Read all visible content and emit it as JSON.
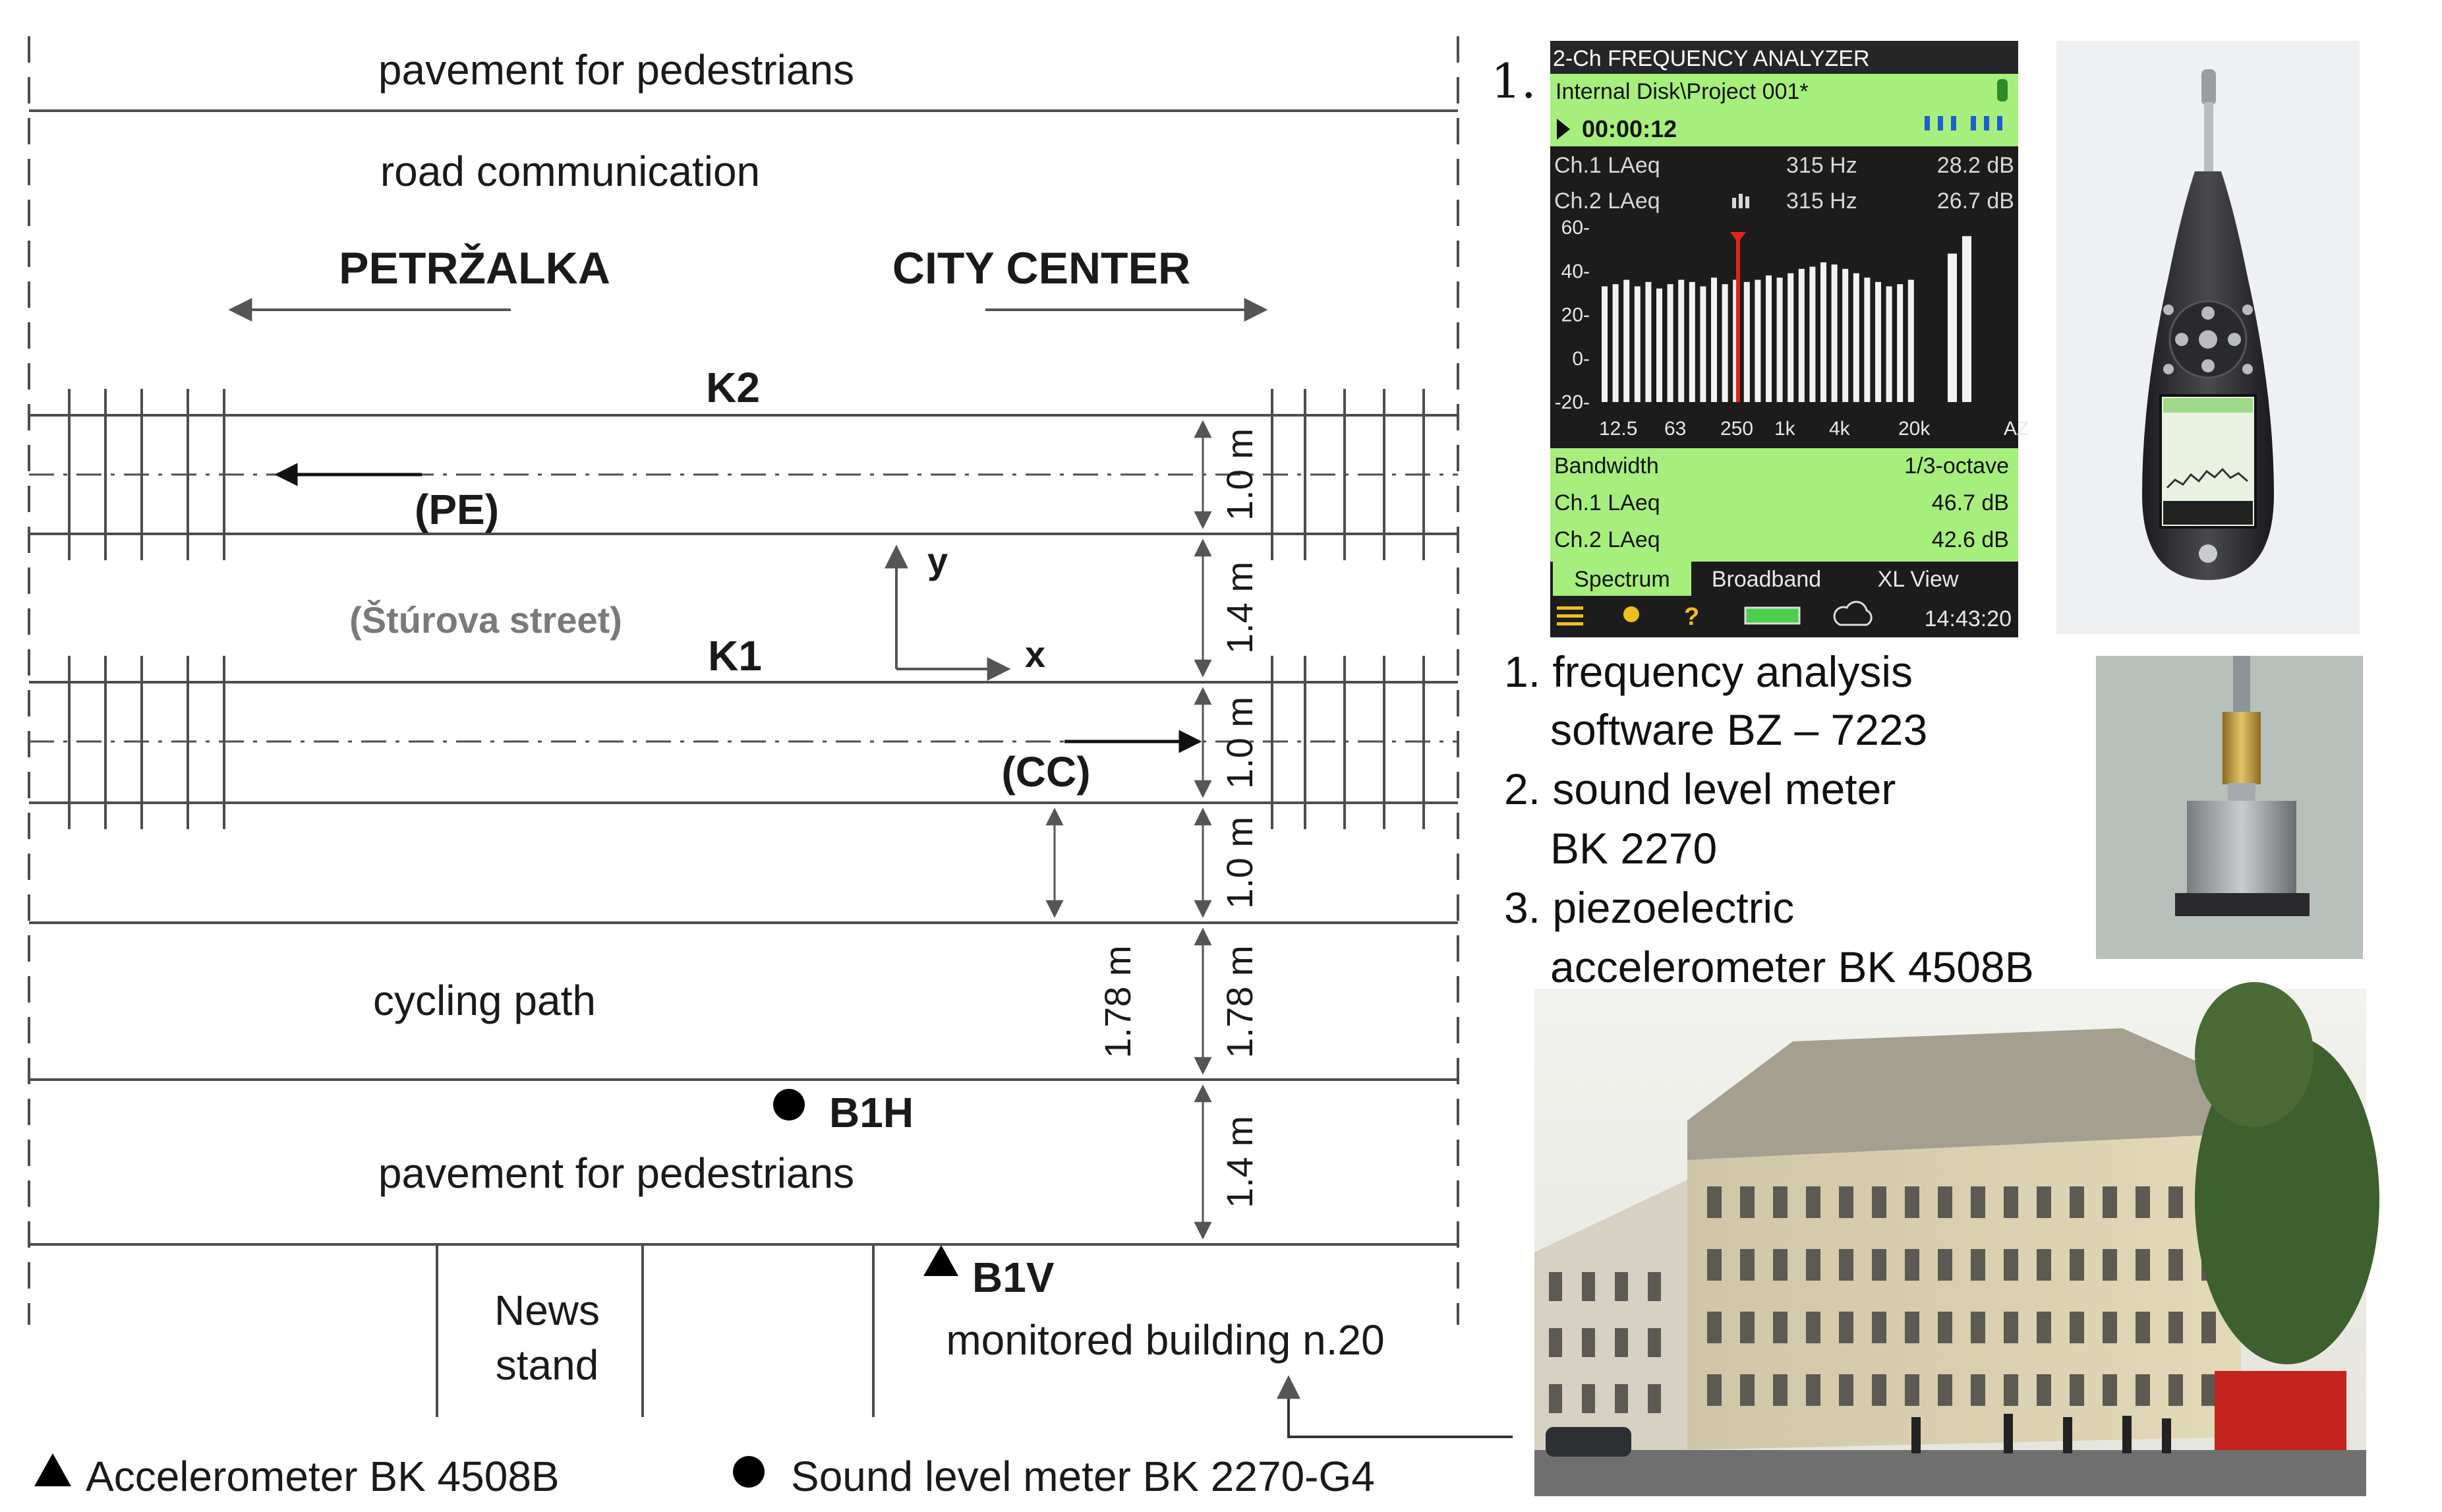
{
  "diagram": {
    "pavement_top": "pavement for pedestrians",
    "road": "road communication",
    "dir_left": "PETRŽALKA",
    "dir_right": "CITY CENTER",
    "track_k2": "K2",
    "track_k1": "K1",
    "pe": "(PE)",
    "cc": "(CC)",
    "street": "(Štúrova street)",
    "axis_y": "y",
    "axis_x": "x",
    "dim_1_0_a": "1.0 m",
    "dim_1_4_a": "1.4 m",
    "dim_1_0_b": "1.0 m",
    "dim_1_0_c": "1.0 m",
    "dim_1_78_a": "1.78 m",
    "dim_1_78_b": "1.78 m",
    "dim_1_4_b": "1.4 m",
    "cycling": "cycling path",
    "b1h": "B1H",
    "pavement_bottom": "pavement for pedestrians",
    "b1v": "B1V",
    "news_line1": "News",
    "news_line2": "stand",
    "building": "monitored building n.20",
    "legend_acc": "Accelerometer BK 4508B",
    "legend_slm": "Sound level meter BK 2270-G4"
  },
  "figure_labels": {
    "n1": "1.",
    "n2": "2.",
    "n3": "3."
  },
  "equipment_list": {
    "item1_l1": "1. frequency analysis",
    "item1_l2": "software BZ – 7223",
    "item2_l1": "2. sound level meter",
    "item2_l2": "BK 2270",
    "item3_l1": "3. piezoelectric",
    "item3_l2": "accelerometer BK 4508B"
  },
  "analyzer": {
    "title": "2-Ch FREQUENCY ANALYZER",
    "path": "Internal Disk\\Project 001*",
    "time": "00:00:12",
    "ch1_label": "Ch.1 LAeq",
    "ch1_freq": "315 Hz",
    "ch1_val": "28.2 dB",
    "ch2_label": "Ch.2 LAeq",
    "ch2_freq": "315 Hz",
    "ch2_val": "26.7 dB",
    "y_ticks": [
      "60",
      "40",
      "20",
      "0",
      "-20"
    ],
    "x_ticks": [
      "12.5",
      "63",
      "250",
      "1k",
      "4k",
      "20k",
      "AZ"
    ],
    "bars": [
      33,
      34,
      36,
      33,
      35,
      32,
      34,
      36,
      35,
      33,
      37,
      34,
      36,
      35,
      36,
      38,
      37,
      39,
      41,
      42,
      44,
      43,
      41,
      39,
      37,
      35,
      33,
      34,
      36
    ],
    "bar_az": [
      48,
      56
    ],
    "bandwidth_label": "Bandwidth",
    "bandwidth_val": "1/3-octave",
    "ch1_total_label": "Ch.1 LAeq",
    "ch1_total_val": "46.7 dB",
    "ch2_total_label": "Ch.2 LAeq",
    "ch2_total_val": "42.6 dB",
    "tab1": "Spectrum",
    "tab2": "Broadband",
    "tab3": "XL View",
    "clock": "14:43:20"
  },
  "colors": {
    "screen_green": "#a6ef7c",
    "screen_dark": "#1c1c1c",
    "cursor_red": "#e0241b",
    "line_gray": "#4d4d4d"
  }
}
